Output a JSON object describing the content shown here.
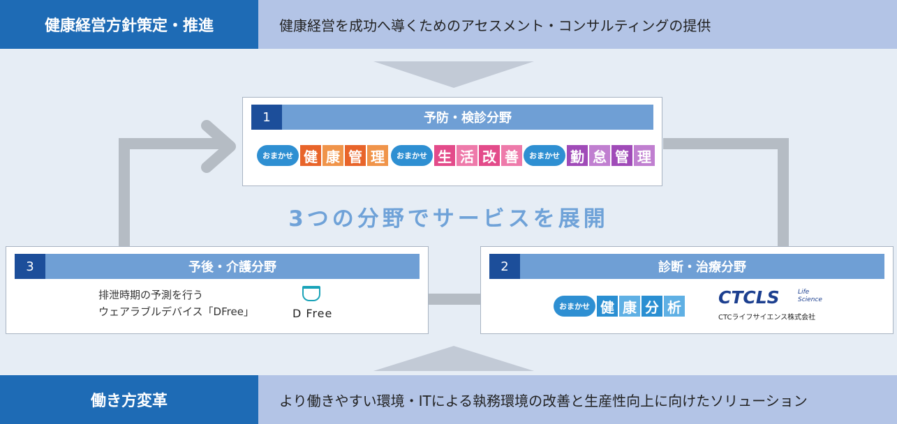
{
  "top_band": {
    "label": "健康経営方針策定・推進",
    "description": "健康経営を成功へ導くためのアセスメント・コンサルティングの提供"
  },
  "bottom_band": {
    "label": "働き方変革",
    "description": "より働きやすい環境・ITによる執務環境の改善と生産性向上に向けたソリューション"
  },
  "headline": "3つの分野でサービスを展開",
  "box1": {
    "number": "1",
    "title": "予防・検診分野",
    "logos": [
      {
        "badge": "おまかせ",
        "chars": [
          "健",
          "康",
          "管",
          "理"
        ]
      },
      {
        "badge": "おまかせ",
        "chars": [
          "生",
          "活",
          "改",
          "善"
        ]
      },
      {
        "badge": "おまかせ",
        "chars": [
          "勤",
          "怠",
          "管",
          "理"
        ]
      }
    ]
  },
  "box2": {
    "number": "2",
    "title": "診断・治療分野",
    "logo": {
      "badge": "おまかせ",
      "chars": [
        "健",
        "康",
        "分",
        "析"
      ]
    },
    "ctc": {
      "mark": "CTCLS",
      "life": "Life",
      "science": "Science",
      "company": "CTCライフサイエンス株式会社"
    }
  },
  "box3": {
    "number": "3",
    "title": "予後・介護分野",
    "text_line1": "排泄時期の予測を行う",
    "text_line2": "ウェアラブルデバイス「DFree」",
    "dfree_logo": "D Free"
  },
  "colors": {
    "band_label": "#1e6bb5",
    "band_bg": "#b3c4e6",
    "box_header": "#6f9fd5",
    "box_number": "#1c4e9a",
    "headline": "#6fa2d8",
    "kenko": "#e8642a",
    "seikatsu": "#e34b8a",
    "kintai": "#a04bb8",
    "bunseki": "#2a8fd2"
  }
}
